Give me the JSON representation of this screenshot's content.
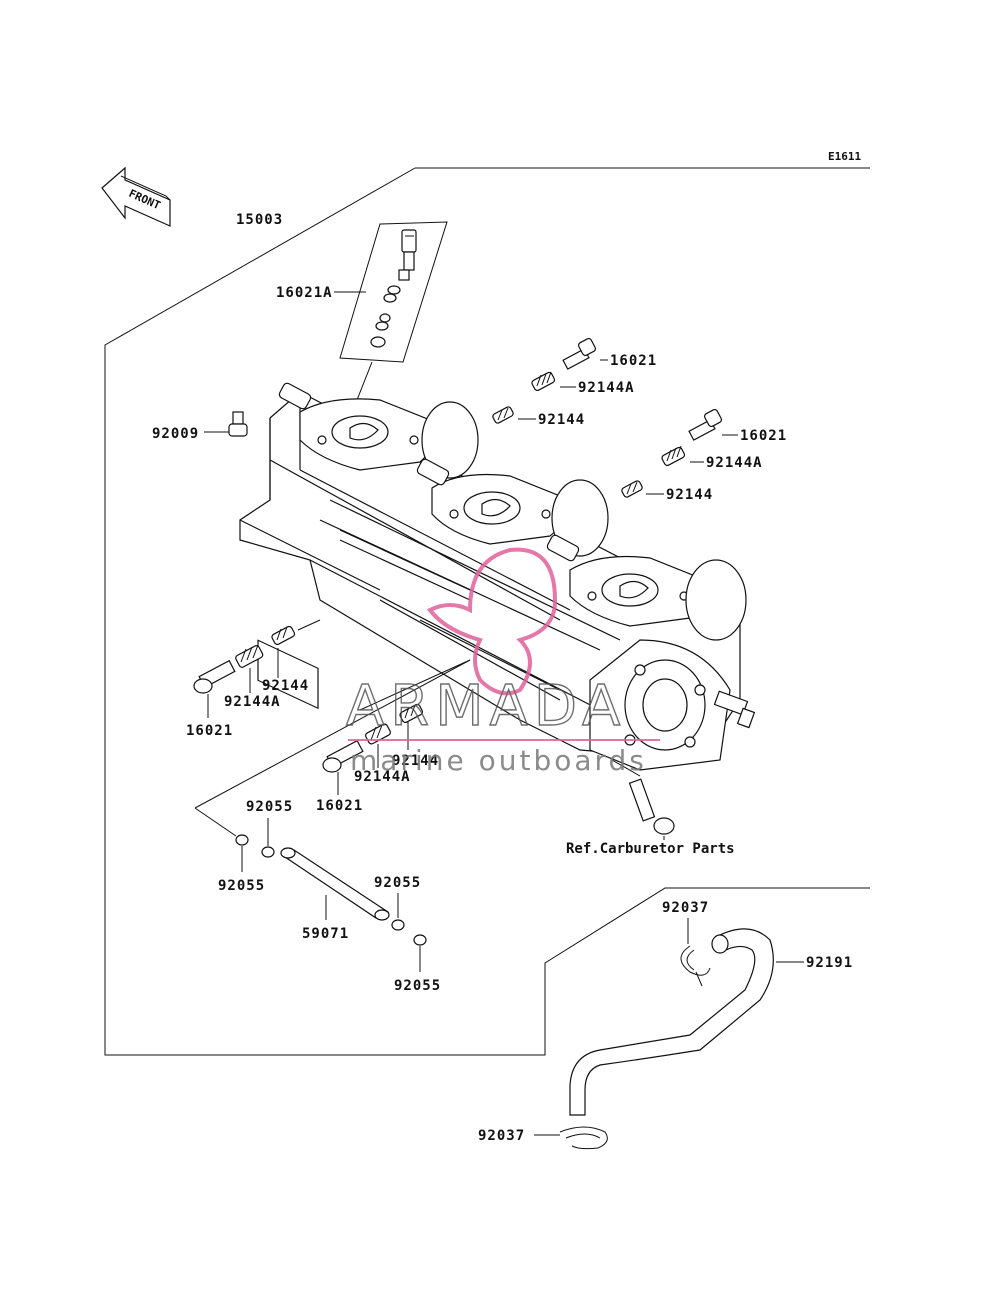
{
  "diagram_code": "E1611",
  "front_arrow": {
    "text": "FRONT",
    "icon": "front-arrow-icon"
  },
  "labels": {
    "l15003": "15003",
    "l16021A": "16021A",
    "l16021_a": "16021",
    "l92144A_a": "92144A",
    "l92144_a": "92144",
    "l92009": "92009",
    "l16021_b": "16021",
    "l92144A_b": "92144A",
    "l92144_b": "92144",
    "l92144_c": "92144",
    "l92144A_c": "92144A",
    "l16021_c": "16021",
    "l92144_d": "92144",
    "l92144A_d": "92144A",
    "l16021_d": "16021",
    "l92055_a": "92055",
    "l92055_b": "92055",
    "l92055_c": "92055",
    "l92055_d": "92055",
    "l59071": "59071",
    "l92037_a": "92037",
    "l92037_b": "92037",
    "l92191": "92191"
  },
  "reference": "Ref.Carburetor Parts",
  "watermark": {
    "brand": "ARMADA",
    "tagline": "marine outboards",
    "color": "#e0609a"
  }
}
